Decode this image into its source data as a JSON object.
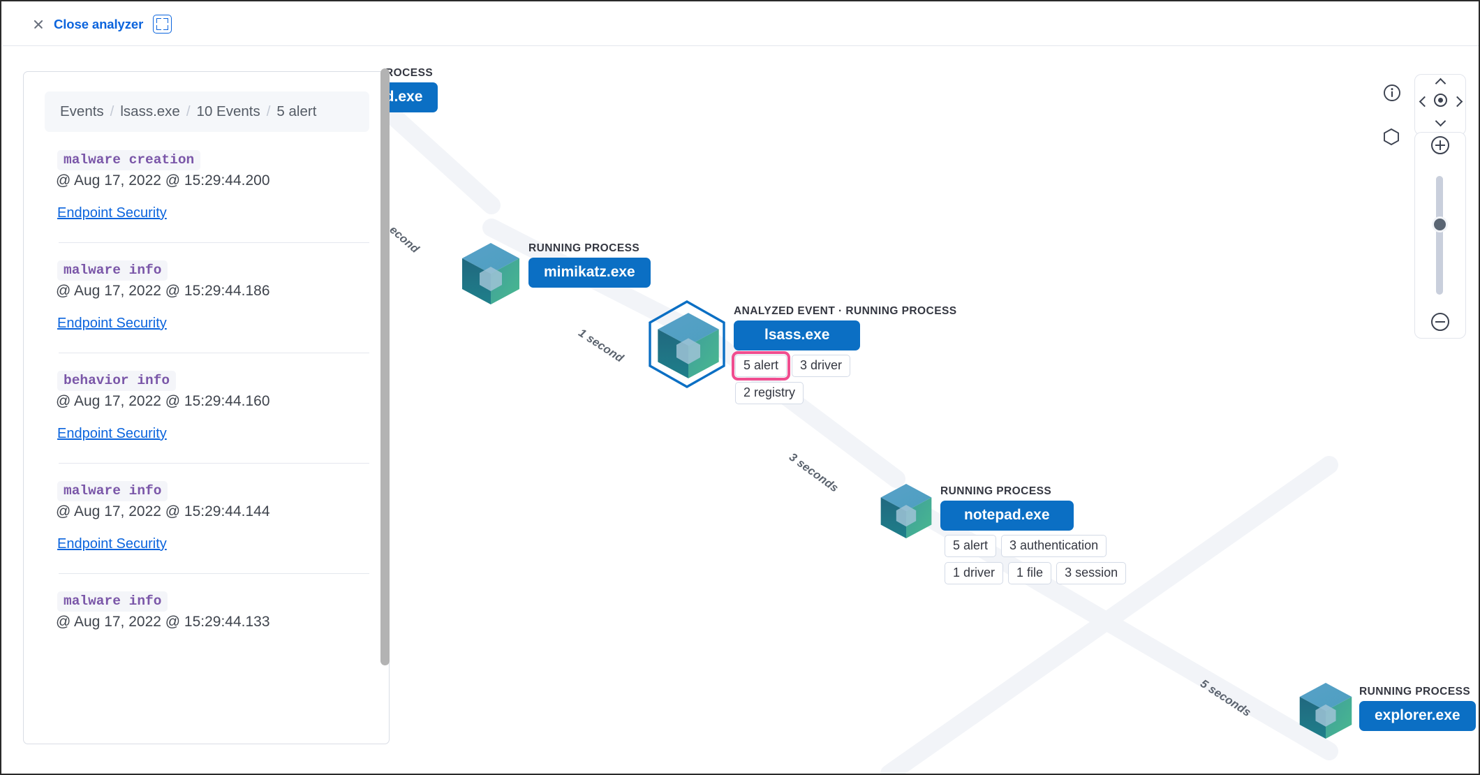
{
  "topbar": {
    "close_label": "Close analyzer",
    "close_icon": "close-icon",
    "fullscreen_icon": "fullscreen-icon"
  },
  "panel": {
    "breadcrumb": [
      "Events",
      "lsass.exe",
      "10 Events",
      "5 alert"
    ],
    "events": [
      {
        "type": "malware creation",
        "time": "@ Aug 17, 2022 @ 15:29:44.200",
        "source": "Endpoint Security",
        "hovered": true
      },
      {
        "type": "malware info",
        "time": "@ Aug 17, 2022 @ 15:29:44.186",
        "source": "Endpoint Security",
        "hovered": false
      },
      {
        "type": "behavior info",
        "time": "@ Aug 17, 2022 @ 15:29:44.160",
        "source": "Endpoint Security",
        "hovered": false
      },
      {
        "type": "malware info",
        "time": "@ Aug 17, 2022 @ 15:29:44.144",
        "source": "Endpoint Security",
        "hovered": false
      },
      {
        "type": "malware info",
        "time": "@ Aug 17, 2022 @ 15:29:44.133",
        "source": "",
        "hovered": false
      }
    ]
  },
  "graph": {
    "nodes": [
      {
        "id": "clipped-top",
        "kind": "ROCESS",
        "label": "ad.exe",
        "badges": []
      },
      {
        "id": "mimikatz",
        "kind": "RUNNING PROCESS",
        "label": "mimikatz.exe",
        "badges": []
      },
      {
        "id": "lsass",
        "kind": "ANALYZED EVENT · RUNNING PROCESS",
        "label": "lsass.exe",
        "badges": [
          [
            "5 alert",
            "3 driver"
          ],
          [
            "2 registry"
          ]
        ],
        "highlighted_badge": "5 alert"
      },
      {
        "id": "notepad",
        "kind": "RUNNING PROCESS",
        "label": "notepad.exe",
        "badges": [
          [
            "5 alert",
            "3 authentication"
          ],
          [
            "1 driver",
            "1 file",
            "3 session"
          ]
        ]
      },
      {
        "id": "explorer",
        "kind": "RUNNING PROCESS",
        "label": "explorer.exe",
        "badges": []
      }
    ],
    "edge_labels": [
      "econd",
      "1 second",
      "3 seconds",
      "5 seconds"
    ]
  },
  "controls": {
    "info_icon": "info-icon",
    "hexagon_icon": "hexagon-legend-icon",
    "pan_up": "chevron-up-icon",
    "pan_down": "chevron-down-icon",
    "pan_left": "chevron-left-icon",
    "pan_right": "chevron-right-icon",
    "center": "center-target-icon",
    "zoom_in": "zoom-in-icon",
    "zoom_out": "zoom-out-icon",
    "zoom_slider": "zoom-slider"
  },
  "colors": {
    "link": "#0b64dd",
    "node_pill": "#0b6fc4",
    "highlight": "#f04d8f",
    "mono_text": "#7a56a8"
  }
}
